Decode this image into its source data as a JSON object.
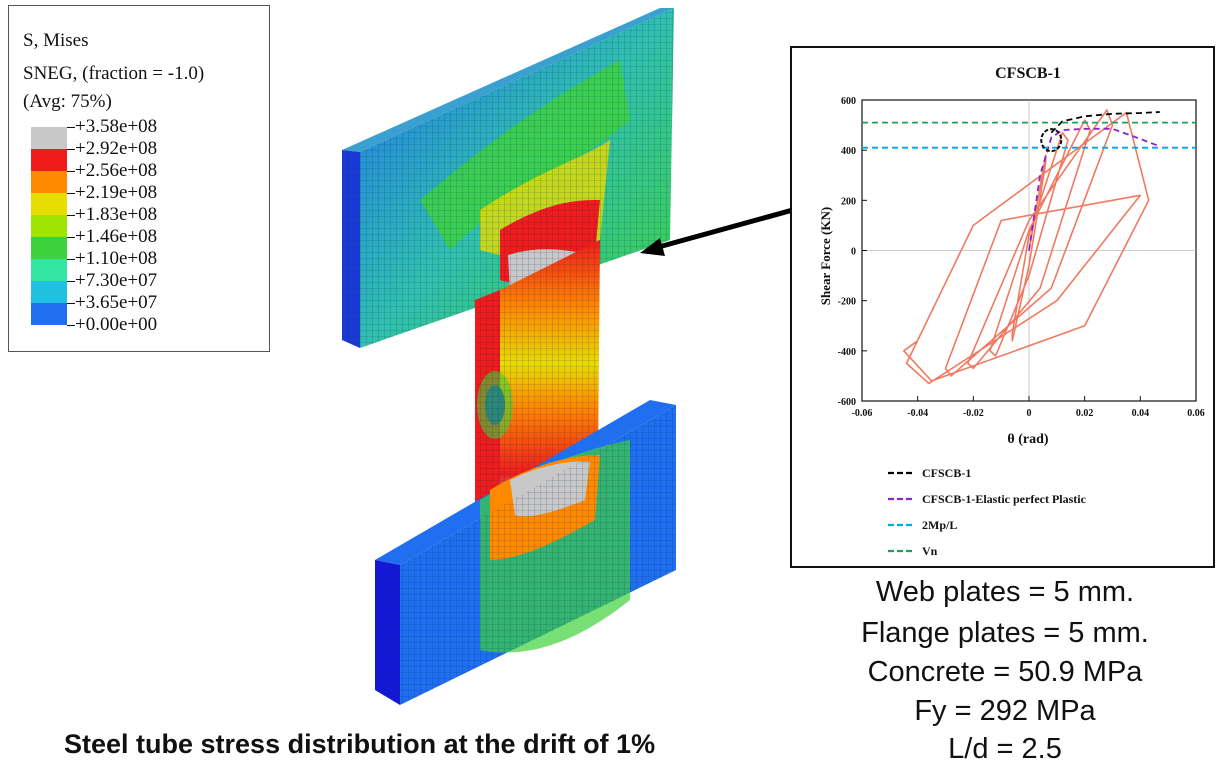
{
  "legend": {
    "title_lines": [
      "S, Mises",
      "SNEG, (fraction = -1.0)",
      "(Avg: 75%)"
    ],
    "values": [
      "+3.58e+08",
      "+2.92e+08",
      "+2.56e+08",
      "+2.19e+08",
      "+1.83e+08",
      "+1.46e+08",
      "+1.10e+08",
      "+7.30e+07",
      "+3.65e+07",
      "+0.00e+00"
    ],
    "colors": [
      "#c8c8c8",
      "#ee1c1c",
      "#ff8a00",
      "#e8dc00",
      "#9ee600",
      "#3ed23a",
      "#30e6a0",
      "#20c0e0",
      "#1f6ff0",
      "#1418d8"
    ]
  },
  "parameters": {
    "web": "Web plates = 5 mm.",
    "flange": "Flange plates = 5 mm.",
    "concrete": "Concrete = 50.9 MPa",
    "fy": "Fy = 292 MPa",
    "ld": "L/d = 2.5"
  },
  "caption": "Steel tube stress distribution at the drift of 1%",
  "chart_data": {
    "type": "line",
    "title": "CFSCB-1",
    "xlabel": "θ (rad)",
    "ylabel": "Shear Force (KN)",
    "xlim": [
      -0.06,
      0.06
    ],
    "ylim": [
      -600,
      600
    ],
    "xticks": [
      "-0.06",
      "-0.04",
      "-0.02",
      "0",
      "0.02",
      "0.04",
      "0.06"
    ],
    "yticks": [
      "600",
      "400",
      "200",
      "0",
      "-200",
      "-400",
      "-600"
    ],
    "grid": false,
    "legend_position": "bottom",
    "series": [
      {
        "name": "CFSCB-1",
        "color": "#000000",
        "style": "dashed",
        "x": [
          0.008,
          0.012,
          0.02,
          0.03,
          0.04,
          0.047
        ],
        "y": [
          470,
          515,
          535,
          545,
          548,
          552
        ]
      },
      {
        "name": "CFSCB-1-Elastic perfect Plastic",
        "color": "#8e24c8",
        "style": "dashed",
        "x": [
          0.0,
          0.004,
          0.008,
          0.012,
          0.02,
          0.03,
          0.04,
          0.047
        ],
        "y": [
          0,
          300,
          450,
          480,
          485,
          485,
          445,
          415
        ]
      },
      {
        "name": "2Mp/L",
        "color": "#00a8e8",
        "style": "dashed",
        "x": [
          -0.06,
          0.06
        ],
        "y": [
          410,
          410
        ]
      },
      {
        "name": "Vn",
        "color": "#18a060",
        "style": "dashed",
        "x": [
          -0.06,
          0.06
        ],
        "y": [
          510,
          510
        ]
      }
    ],
    "hysteresis": {
      "color": "#f07a60",
      "x": [
        0,
        0.006,
        0.006,
        0.0,
        -0.006,
        -0.006,
        0.0,
        0.012,
        0.014,
        0.0,
        -0.012,
        -0.014,
        0.0,
        0.02,
        0.022,
        0.004,
        -0.02,
        -0.022,
        0.0,
        0.028,
        0.03,
        0.008,
        -0.028,
        -0.03,
        -0.01,
        0.035,
        0.04,
        0.01,
        -0.036,
        -0.044,
        -0.02,
        0.035,
        0.043,
        0.02,
        -0.035,
        -0.045,
        -0.04
      ],
      "y": [
        0,
        380,
        350,
        -60,
        -360,
        -330,
        60,
        470,
        440,
        -100,
        -420,
        -400,
        80,
        520,
        480,
        -150,
        -470,
        -450,
        120,
        560,
        500,
        -150,
        -500,
        -470,
        120,
        210,
        220,
        -200,
        -530,
        -450,
        100,
        550,
        200,
        -300,
        -520,
        -400,
        -360
      ]
    },
    "annotation": "circle and arrow pointing from yield point to FE model"
  }
}
